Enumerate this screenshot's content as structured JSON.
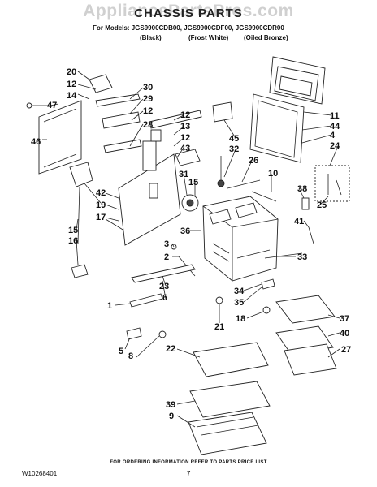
{
  "header": {
    "watermark": "AppliancePartsPros.com",
    "title": "CHASSIS PARTS",
    "models_line": "For Models: JGS9900CDB00, JGS9900CDF00, JGS9900CDR00",
    "variants": [
      "(Black)",
      "(Frost White)",
      "(Oiled Bronze)"
    ]
  },
  "callouts": [
    "20",
    "12",
    "14",
    "47",
    "46",
    "30",
    "29",
    "12",
    "28",
    "12",
    "13",
    "12",
    "43",
    "45",
    "32",
    "11",
    "44",
    "4",
    "24",
    "26",
    "10",
    "31",
    "15",
    "42",
    "19",
    "17",
    "38",
    "25",
    "15",
    "16",
    "3",
    "36",
    "2",
    "41",
    "33",
    "23",
    "6",
    "1",
    "34",
    "35",
    "18",
    "37",
    "21",
    "40",
    "5",
    "8",
    "22",
    "27",
    "39",
    "9"
  ],
  "footer": {
    "ordering_note": "FOR ORDERING INFORMATION REFER TO PARTS PRICE LIST",
    "doc_number": "W10268401",
    "page_number": "7"
  }
}
